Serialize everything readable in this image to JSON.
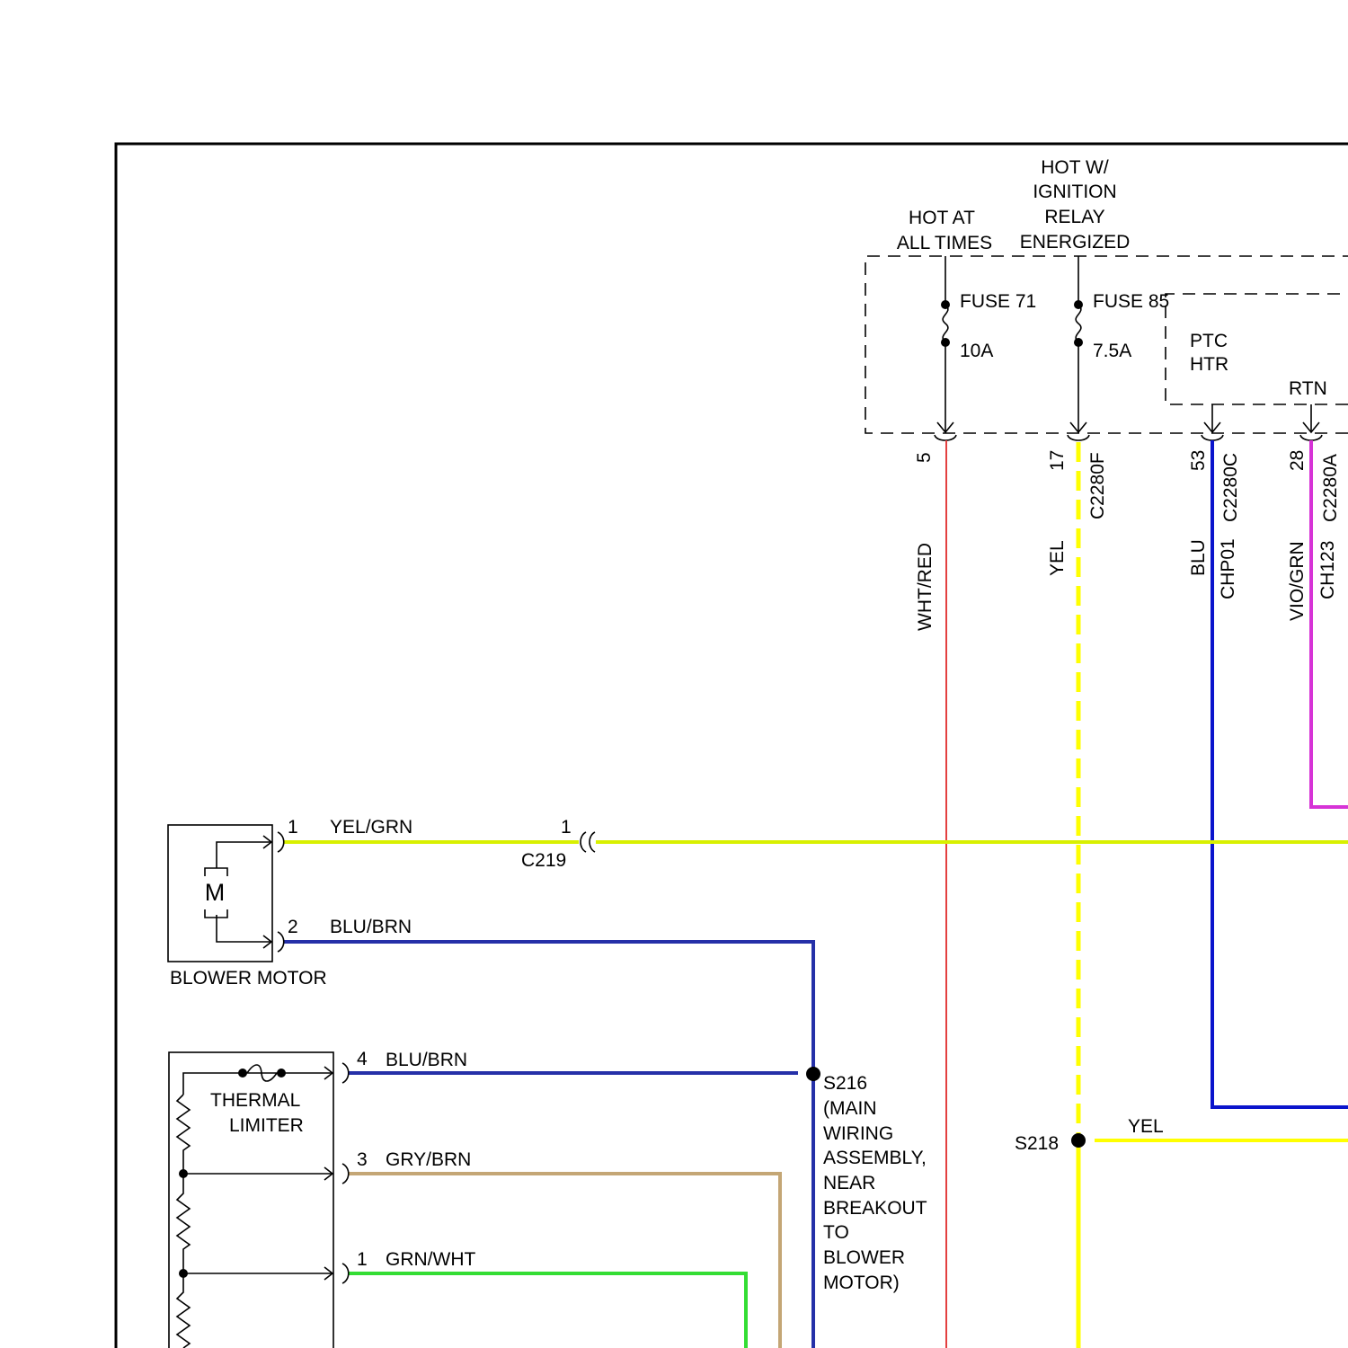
{
  "power": {
    "hot_at_all_times": [
      "HOT AT",
      "ALL TIMES"
    ],
    "hot_w_ignition": [
      "HOT W/",
      "IGNITION",
      "RELAY",
      "ENERGIZED"
    ]
  },
  "fuses": [
    {
      "name": "FUSE 71",
      "rating": "10A"
    },
    {
      "name": "FUSE 85",
      "rating": "7.5A"
    }
  ],
  "ptc_box": {
    "label": [
      "PTC",
      "HTR"
    ],
    "rtn": "RTN"
  },
  "pins": [
    {
      "number": "5",
      "connector": "",
      "circuit": "",
      "color": "WHT/RED"
    },
    {
      "number": "17",
      "connector": "C2280F",
      "circuit": "",
      "color": "YEL"
    },
    {
      "number": "53",
      "connector": "C2280C",
      "circuit": "CHP01",
      "color": "BLU"
    },
    {
      "number": "28",
      "connector": "C2280A",
      "circuit": "CH123",
      "color": "VIO/GRN"
    }
  ],
  "blower_motor": {
    "label": "BLOWER MOTOR",
    "symbol": "M",
    "pin1": {
      "number": "1",
      "color": "YEL/GRN"
    },
    "pin2": {
      "number": "2",
      "color": "BLU/BRN"
    }
  },
  "connector_c219": {
    "name": "C219",
    "pin": "1"
  },
  "resistor_block": {
    "label": [
      "THERMAL",
      "LIMITER"
    ],
    "pins": [
      {
        "number": "4",
        "color": "BLU/BRN"
      },
      {
        "number": "3",
        "color": "GRY/BRN"
      },
      {
        "number": "1",
        "color": "GRN/WHT"
      }
    ]
  },
  "splices": {
    "s216": {
      "label": "S216",
      "note": [
        "(MAIN",
        "WIRING",
        "ASSEMBLY,",
        "NEAR",
        "BREAKOUT",
        "TO",
        "BLOWER",
        "MOTOR)"
      ]
    },
    "s218": {
      "label": "S218",
      "wire_color": "YEL"
    }
  },
  "wire_colors": {
    "wht_red": "#e34040",
    "yel": "#ffff00",
    "blu": "#0a14cc",
    "vio_grn": "#d633d6",
    "yel_grn": "#d8f000",
    "blu_brn": "#2530a8",
    "gry_brn": "#c4a675",
    "grn_wht": "#33dd33"
  }
}
